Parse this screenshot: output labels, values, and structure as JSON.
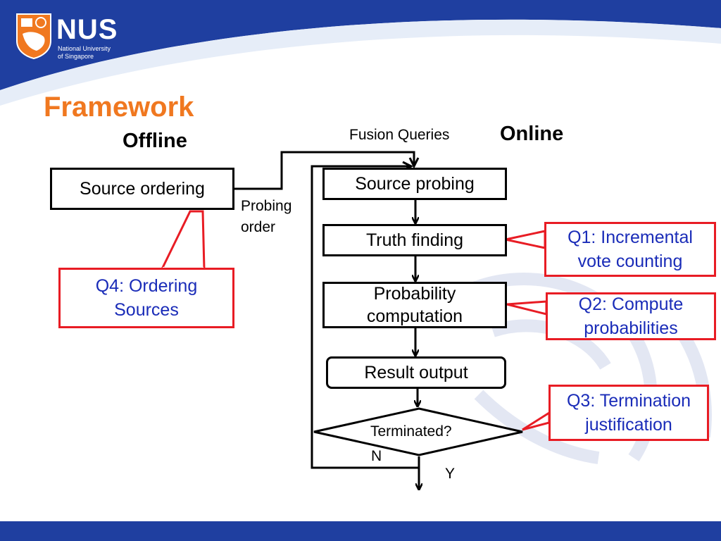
{
  "slide": {
    "title": "Framework",
    "colors": {
      "header_blue": "#1f3fa0",
      "title_orange": "#f07820",
      "question_blue": "#1a2cb8",
      "callout_red": "#e81c24"
    }
  },
  "logo": {
    "name": "NUS",
    "subtitle": "National University\nof Singapore",
    "icon": "nus-crest-icon"
  },
  "offline": {
    "heading": "Offline",
    "source_ordering": "Source ordering",
    "probing_order": "Probing\norder",
    "q4": "Q4: Ordering\nSources"
  },
  "online": {
    "heading": "Online",
    "fusion_queries": "Fusion Queries",
    "source_probing": "Source probing",
    "truth_finding": "Truth finding",
    "probability_computation": "Probability\ncomputation",
    "result_output": "Result output",
    "terminated": "Terminated?",
    "no_label": "N",
    "yes_label": "Y"
  },
  "questions": {
    "q1": "Q1: Incremental\nvote counting",
    "q2": "Q2: Compute\nprobabilities",
    "q3": "Q3: Termination\njustification"
  }
}
